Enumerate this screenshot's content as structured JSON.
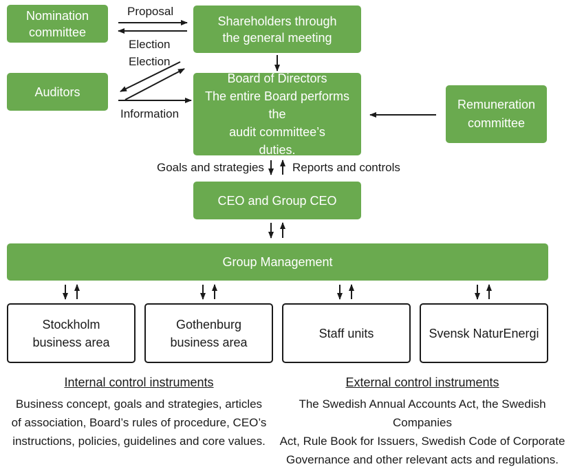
{
  "boxes": {
    "nomination_committee": "Nomination\ncommittee",
    "shareholders": "Shareholders through\nthe general meeting",
    "auditors": "Auditors",
    "board": "Board of Directors\nThe entire Board performs the\naudit committee’s\nduties.",
    "remuneration_committee": "Remuneration\ncommittee",
    "ceo": "CEO and Group CEO",
    "group_management": "Group Management",
    "stockholm": "Stockholm\nbusiness area",
    "gothenburg": "Gothenburg\nbusiness area",
    "staff_units": "Staff units",
    "svensk_naturenergi": "Svensk NaturEnergi"
  },
  "labels": {
    "proposal": "Proposal",
    "election_1": "Election",
    "election_2": "Election",
    "information": "Information",
    "goals_and_strategies": "Goals and strategies",
    "reports_and_controls": "Reports and controls"
  },
  "internal": {
    "heading": "Internal control instruments",
    "text": "Business concept, goals and strategies, articles\nof association, Board’s rules of procedure, CEO’s\ninstructions, policies, guidelines and core values."
  },
  "external": {
    "heading": "External control instruments",
    "text": "The Swedish Annual Accounts Act, the Swedish Companies\nAct, Rule Book for Issuers, Swedish Code of Corporate\nGovernance and other relevant acts and regulations."
  },
  "colors": {
    "green": "#6aaa4f",
    "text": "#1a1a1a",
    "white": "#ffffff"
  }
}
